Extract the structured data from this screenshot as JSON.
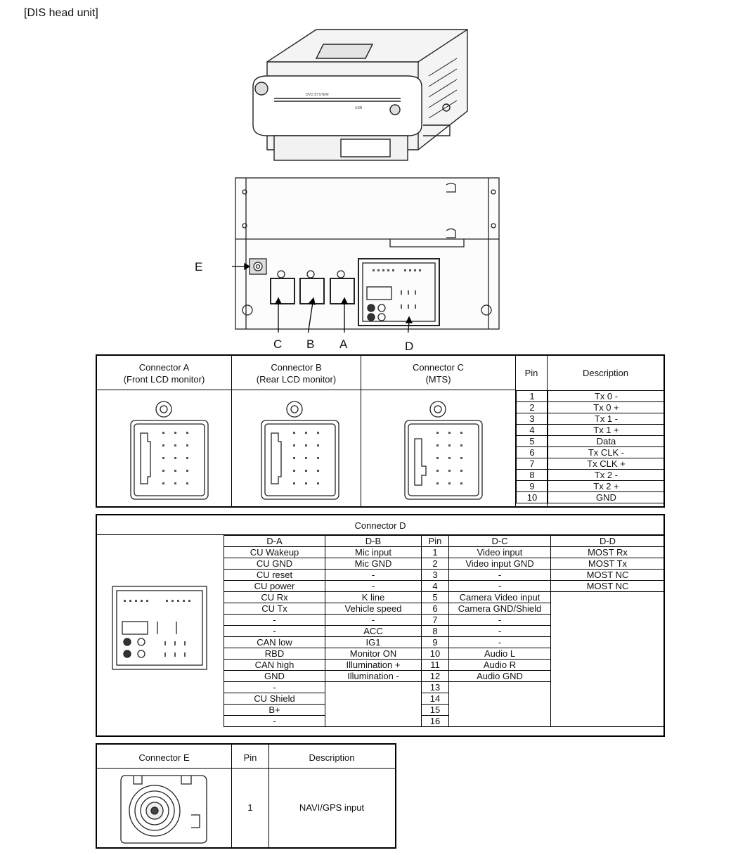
{
  "page": {
    "title": "[DIS head unit]"
  },
  "callouts": {
    "e": "E",
    "c": "C",
    "b": "B",
    "a": "A",
    "d": "D"
  },
  "conn_abc": {
    "a_title": "Connector A",
    "a_sub": "(Front LCD monitor)",
    "b_title": "Connector B",
    "b_sub": "(Rear LCD monitor)",
    "c_title": "Connector C",
    "c_sub": "(MTS)",
    "pin_header": "Pin",
    "desc_header": "Description",
    "rows": [
      {
        "pin": "1",
        "desc": "Tx 0 -"
      },
      {
        "pin": "2",
        "desc": "Tx 0 +"
      },
      {
        "pin": "3",
        "desc": "Tx 1 -"
      },
      {
        "pin": "4",
        "desc": "Tx 1 +"
      },
      {
        "pin": "5",
        "desc": "Data"
      },
      {
        "pin": "6",
        "desc": "Tx CLK -"
      },
      {
        "pin": "7",
        "desc": "Tx CLK +"
      },
      {
        "pin": "8",
        "desc": "Tx 2 -"
      },
      {
        "pin": "9",
        "desc": "Tx 2 +"
      },
      {
        "pin": "10",
        "desc": "GND"
      }
    ]
  },
  "conn_d": {
    "title": "Connector D",
    "headers": {
      "da": "D-A",
      "db": "D-B",
      "pin": "Pin",
      "dc": "D-C",
      "dd": "D-D"
    },
    "rows": [
      {
        "da": "CU Wakeup",
        "db": "Mic input",
        "pin": "1",
        "dc": "Video input",
        "dd": "MOST Rx"
      },
      {
        "da": "CU GND",
        "db": "Mic GND",
        "pin": "2",
        "dc": "Video input GND",
        "dd": "MOST Tx"
      },
      {
        "da": "CU reset",
        "db": "-",
        "pin": "3",
        "dc": "-",
        "dd": "MOST NC"
      },
      {
        "da": "CU power",
        "db": "-",
        "pin": "4",
        "dc": "-",
        "dd": "MOST NC"
      },
      {
        "da": "CU Rx",
        "db": "K line",
        "pin": "5",
        "dc": "Camera Video input"
      },
      {
        "da": "CU Tx",
        "db": "Vehicle speed",
        "pin": "6",
        "dc": "Camera GND/Shield"
      },
      {
        "da": "-",
        "db": "-",
        "pin": "7",
        "dc": "-"
      },
      {
        "da": "-",
        "db": "ACC",
        "pin": "8",
        "dc": "-"
      },
      {
        "da": "CAN low",
        "db": "IG1",
        "pin": "9",
        "dc": "-"
      },
      {
        "da": "RBD",
        "db": "Monitor ON",
        "pin": "10",
        "dc": "Audio L"
      },
      {
        "da": "CAN high",
        "db": "Illumination +",
        "pin": "11",
        "dc": "Audio R"
      },
      {
        "da": "GND",
        "db": "Illumination -",
        "pin": "12",
        "dc": "Audio GND"
      },
      {
        "da": "-",
        "pin": "13"
      },
      {
        "da": "CU Shield",
        "pin": "14"
      },
      {
        "da": "B+",
        "pin": "15"
      },
      {
        "da": "-",
        "pin": "16"
      }
    ]
  },
  "conn_e": {
    "title": "Connector E",
    "pin_header": "Pin",
    "desc_header": "Description",
    "pin": "1",
    "desc": "NAVI/GPS input"
  }
}
